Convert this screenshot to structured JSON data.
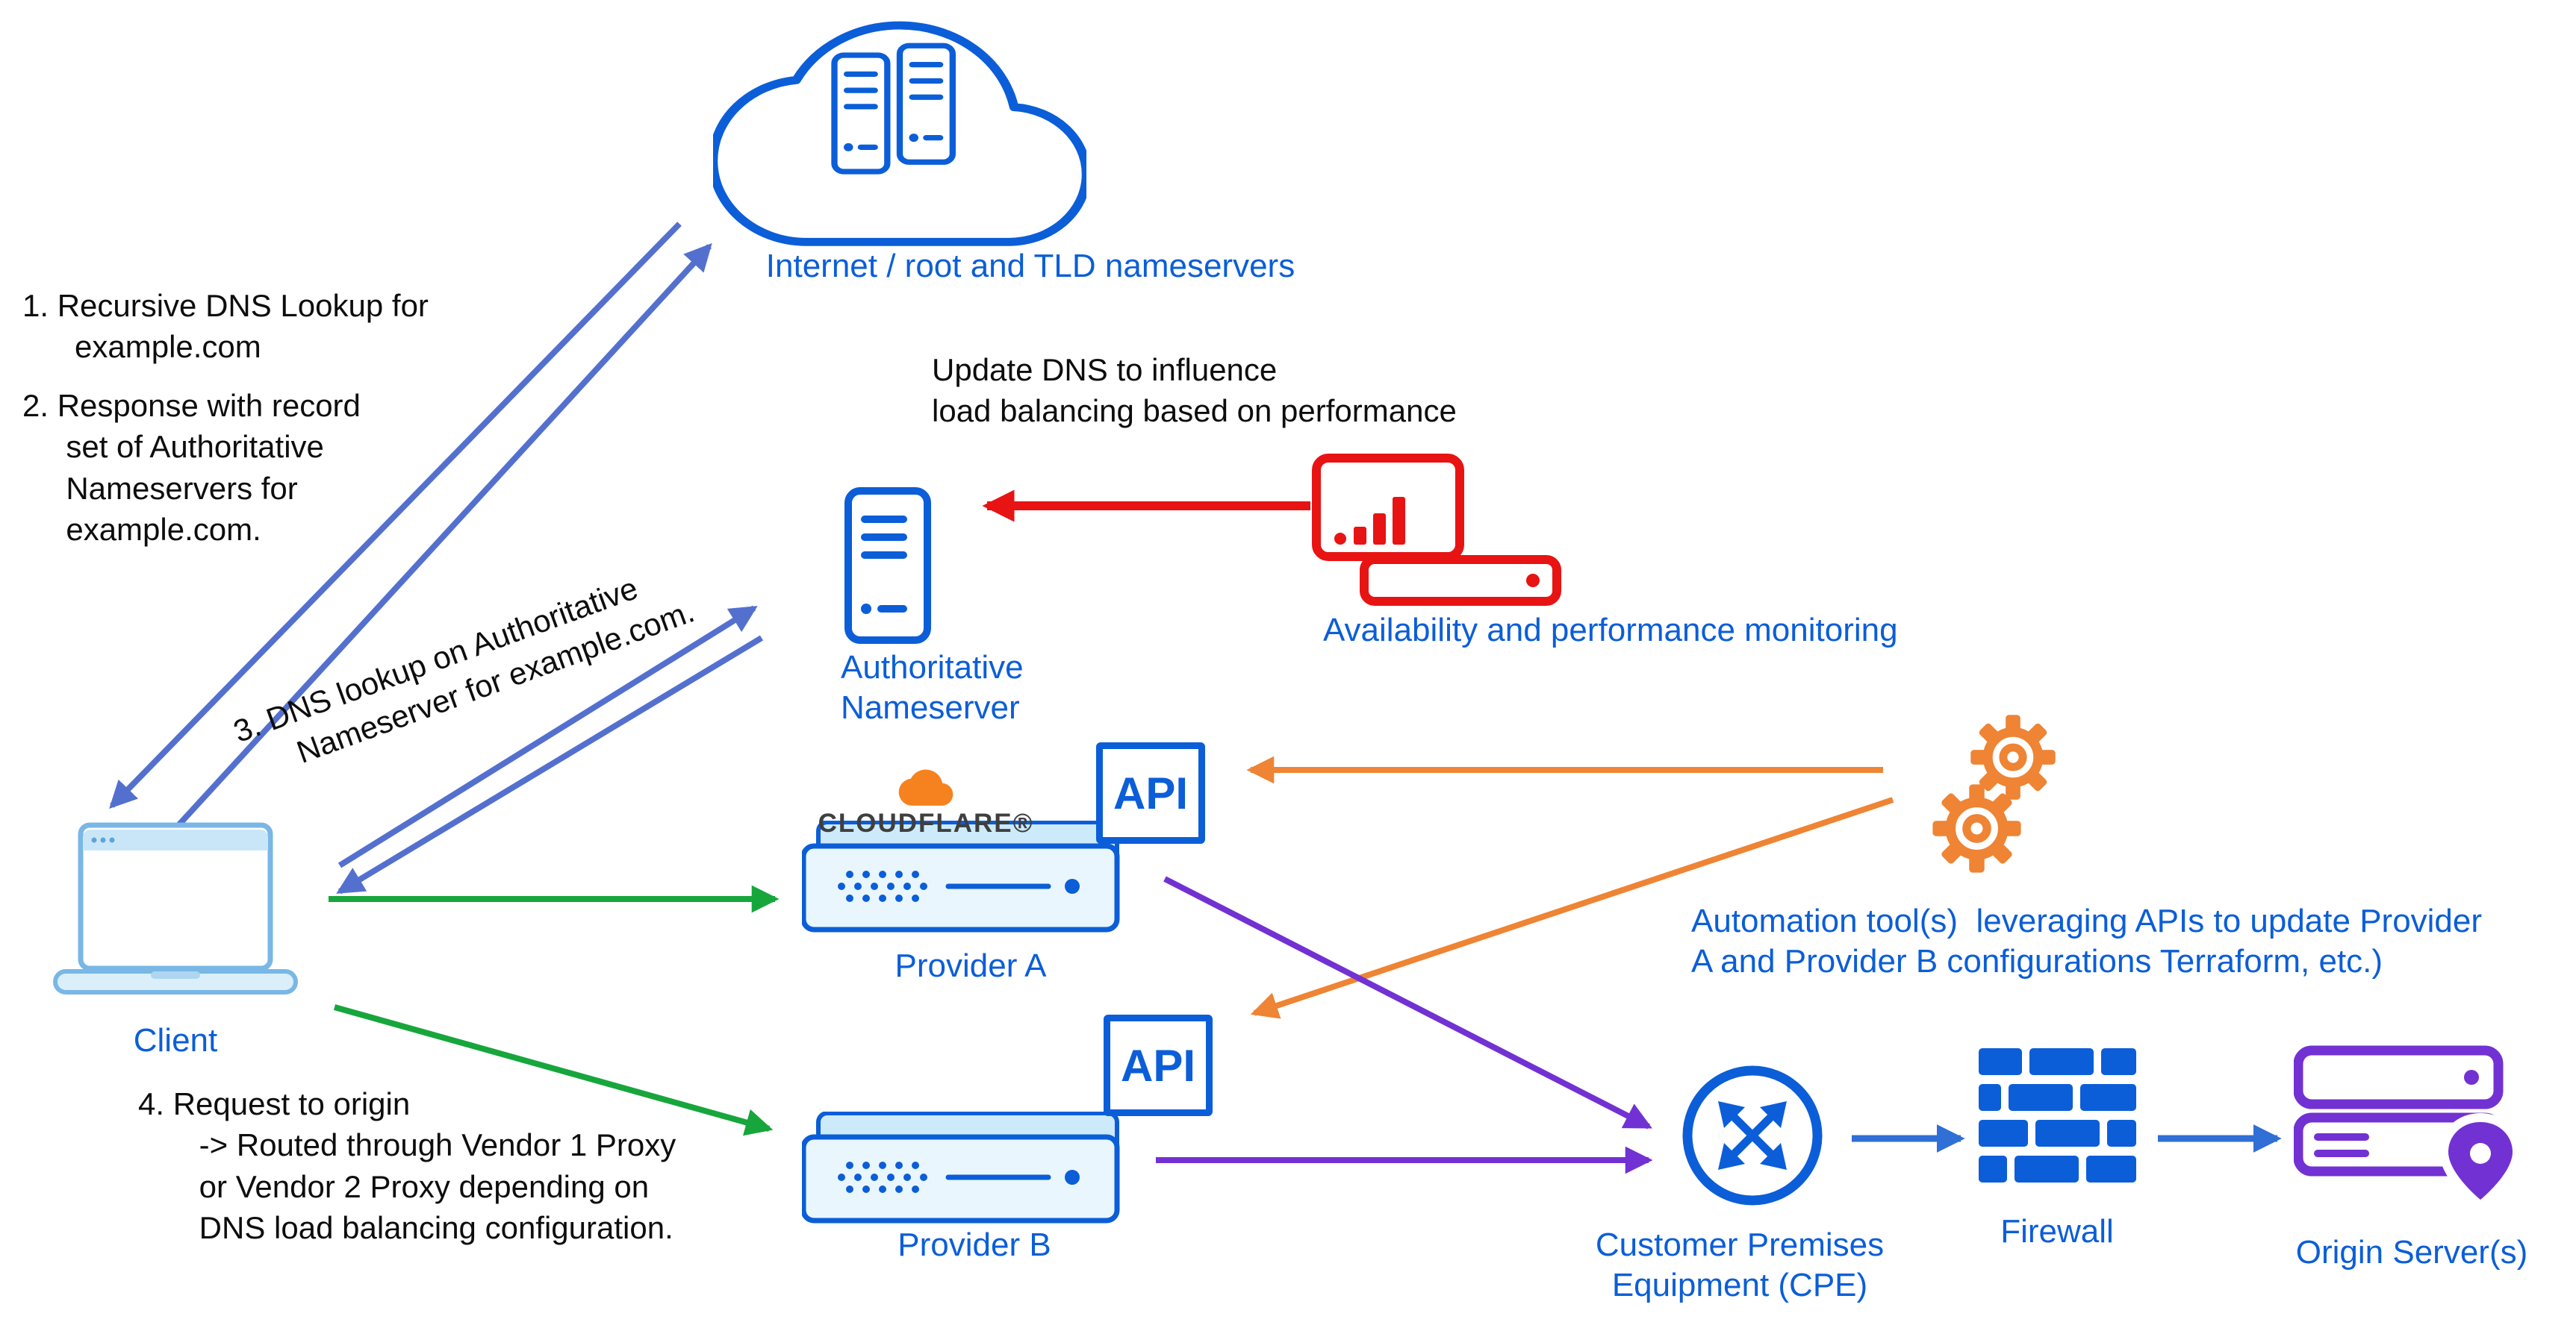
{
  "colors": {
    "label_blue": "#0b5ed8",
    "arrow_slate": "#5470cf",
    "green": "#17a63c",
    "red": "#e81313",
    "orange": "#ee8434",
    "purple": "#7231d3",
    "cloudflare_orange": "#f6821f",
    "text_black": "#0d0d0d"
  },
  "nodes": {
    "internet": {
      "label": "Internet / root and TLD nameservers"
    },
    "client": {
      "label": "Client"
    },
    "authoritative_ns": {
      "label": "Authoritative\nNameserver"
    },
    "monitoring": {
      "label": "Availability and performance monitoring"
    },
    "provider_a": {
      "label": "Provider A",
      "api": "API",
      "logo_text": "CLOUDFLARE®"
    },
    "provider_b": {
      "label": "Provider B",
      "api": "API"
    },
    "automation": {
      "label": "Automation tool(s)  leveraging APIs to update Provider\nA and Provider B configurations Terraform, etc.)"
    },
    "cpe": {
      "label": "Customer Premises\nEquipment (CPE)"
    },
    "firewall": {
      "label": "Firewall"
    },
    "origin": {
      "label": "Origin Server(s)"
    }
  },
  "annotations": {
    "step1": "1. Recursive DNS Lookup for\n      example.com",
    "step2": "2. Response with record\n     set of Authoritative\n     Nameservers for\n     example.com.",
    "step3": "3. DNS lookup on Authoritative\n      Nameserver for example.com.",
    "step4": "4. Request to origin\n       -> Routed through Vendor 1 Proxy\n       or Vendor 2 Proxy depending on\n       DNS load balancing configuration.",
    "update_dns": "Update DNS to influence\nload balancing based on performance"
  },
  "icons": [
    "internet-cloud-icon",
    "server-tower-icon",
    "monitoring-icon",
    "cloudflare-logo",
    "appliance-icon",
    "api-badge",
    "laptop-icon",
    "gears-icon",
    "cpe-router-icon",
    "firewall-icon",
    "origin-servers-icon",
    "map-pin-icon"
  ]
}
